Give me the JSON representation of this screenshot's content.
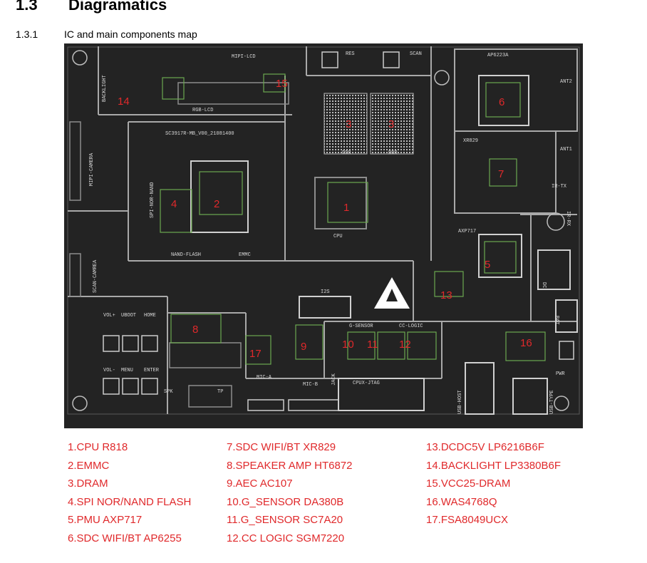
{
  "heading": {
    "number": "1.3",
    "title": "Diagramatics"
  },
  "subheading": {
    "number": "1.3.1",
    "title": "IC and main components map"
  },
  "colors": {
    "board": "#232323",
    "outline": "#a9a9a9",
    "silk": "#d8d8d8",
    "label": "#e0292b",
    "component": "#6ba84f",
    "legend": "#e0292b"
  },
  "board": {
    "silkscreen": {
      "mipi_lcd": "MIPI-LCD",
      "rgb_lcd": "RGB-LCD",
      "backlight": "BACKLIGHT",
      "res": "RES",
      "scan": "SCAN",
      "ap6223a": "AP6223A",
      "ant2": "ANT2",
      "ant1": "ANT1",
      "xr829": "XR829",
      "ir_tx": "IR-TX",
      "ir_rx": "IR-RX",
      "axp717": "AXP717",
      "board_id": "SC3917R-MB_V00_21081400",
      "mipi_camera": "MIPI-CAMERA",
      "spi_nor_nand": "SPI-NOR-NAND",
      "nand_flash": "NAND-FLASH",
      "emmc": "EMMC",
      "ddr_left": "DDR",
      "ddr_right": "DDR",
      "cpu": "CPU",
      "scan_camera": "SCAN-CAMREA",
      "i2s": "I2S",
      "vol_plus": "VOL+",
      "uboot": "UBOOT",
      "home": "HOME",
      "vol_minus": "VOL-",
      "menu": "MENU",
      "enter": "ENTER",
      "spk": "SPK",
      "tp": "TP",
      "mic_a": "MIC-A",
      "mic_b": "MIC-B",
      "g_sensor": "G-SENSOR",
      "cc_logic": "CC-LOGIC",
      "jack": "JACK",
      "cpux_jtag": "CPUX-JTAG",
      "usb_host": "USB-HOST",
      "usb_type": "USB-TYPE",
      "pwr": "PWR",
      "bat": "BAT",
      "dc": "DC"
    },
    "markers": [
      {
        "id": "marker-1",
        "text": "1"
      },
      {
        "id": "marker-2",
        "text": "2"
      },
      {
        "id": "marker-3a",
        "text": "3"
      },
      {
        "id": "marker-3b",
        "text": "3"
      },
      {
        "id": "marker-4",
        "text": "4"
      },
      {
        "id": "marker-5",
        "text": "5"
      },
      {
        "id": "marker-6",
        "text": "6"
      },
      {
        "id": "marker-7",
        "text": "7"
      },
      {
        "id": "marker-8",
        "text": "8"
      },
      {
        "id": "marker-9",
        "text": "9"
      },
      {
        "id": "marker-10",
        "text": "10"
      },
      {
        "id": "marker-11",
        "text": "11"
      },
      {
        "id": "marker-12",
        "text": "12"
      },
      {
        "id": "marker-13",
        "text": "13"
      },
      {
        "id": "marker-14",
        "text": "14"
      },
      {
        "id": "marker-15",
        "text": "15"
      },
      {
        "id": "marker-16",
        "text": "16"
      },
      {
        "id": "marker-17",
        "text": "17"
      }
    ]
  },
  "legend": {
    "col1": [
      "1.CPU R818",
      "2.EMMC",
      "3.DRAM",
      "4.SPI NOR/NAND FLASH",
      "5.PMU AXP717",
      "6.SDC WIFI/BT AP6255"
    ],
    "col2": [
      "7.SDC WIFI/BT XR829",
      "8.SPEAKER AMP HT6872",
      "9.AEC AC107",
      "10.G_SENSOR DA380B",
      "11.G_SENSOR SC7A20",
      "12.CC LOGIC SGM7220"
    ],
    "col3": [
      "13.DCDC5V LP6216B6F",
      "14.BACKLIGHT LP3380B6F",
      "15.VCC25-DRAM",
      "16.WAS4768Q",
      "17.FSA8049UCX"
    ]
  }
}
